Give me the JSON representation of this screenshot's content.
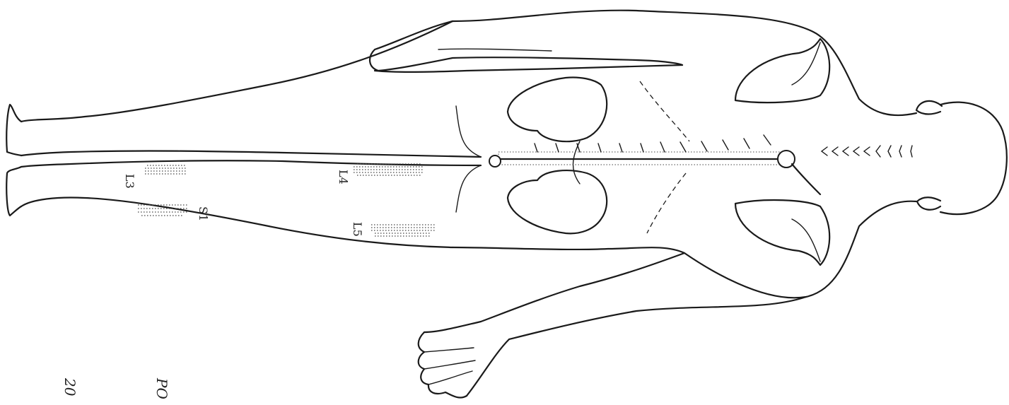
{
  "figure": {
    "region_labels": [
      {
        "id": "L3",
        "text": "L3"
      },
      {
        "id": "L4",
        "text": "L4"
      },
      {
        "id": "S1",
        "text": "S1"
      },
      {
        "id": "L5",
        "text": "L5"
      }
    ],
    "margin_marks": [
      {
        "id": "a",
        "text": "20"
      },
      {
        "id": "b",
        "text": "PO"
      }
    ]
  }
}
